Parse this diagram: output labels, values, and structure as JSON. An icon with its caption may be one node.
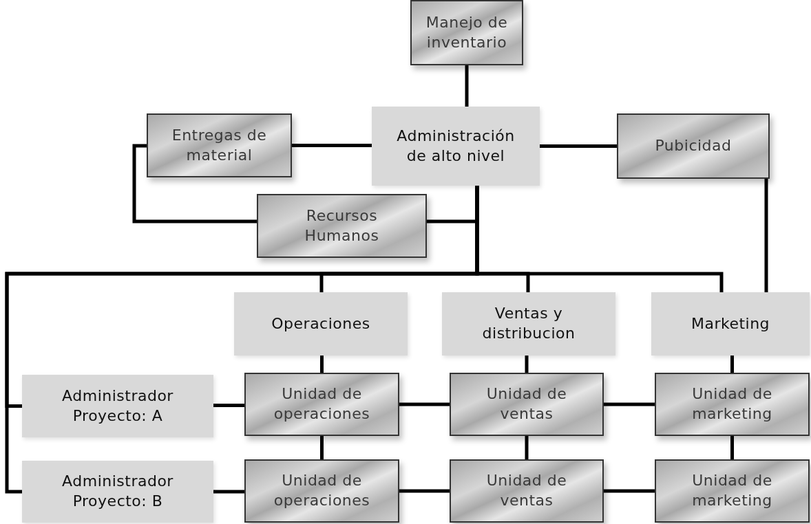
{
  "diagram": {
    "nodes": [
      {
        "text": [
          "Manejo de inventario"
        ]
      },
      {
        "text": [
          "Entregas de material"
        ]
      },
      {
        "text": [
          "Administración de alto nivel"
        ]
      },
      {
        "text": [
          "Pubicidad"
        ]
      },
      {
        "text": [
          "Recursos Humanos"
        ]
      },
      {
        "text": [
          "Operaciones"
        ]
      },
      {
        "text": [
          "Ventas y distribucion"
        ]
      },
      {
        "text": [
          "Marketing"
        ]
      },
      {
        "text": [
          "Administrador Proyecto: A"
        ]
      },
      {
        "text": [
          "Unidad de operaciones"
        ]
      },
      {
        "text": [
          "Unidad de ventas"
        ]
      },
      {
        "text": [
          "Unidad de marketing"
        ]
      },
      {
        "text": [
          "Administrador Proyecto: B"
        ]
      },
      {
        "text": [
          "Unidad de operaciones"
        ]
      },
      {
        "text": [
          "Unidad de ventas"
        ]
      },
      {
        "text": [
          "Unidad de marketing"
        ]
      }
    ],
    "edges": [
      {
        "from": 0,
        "to": 2,
        "arrow": "none"
      },
      {
        "from": 1,
        "to": 2,
        "arrow": "none"
      },
      {
        "from": 2,
        "to": 3,
        "arrow": "none"
      },
      {
        "from": 1,
        "to": 4,
        "arrow": "none"
      },
      {
        "from": 2,
        "to": 4,
        "arrow": "none"
      },
      {
        "from": 2,
        "to": 5,
        "arrow": "none"
      },
      {
        "from": 2,
        "to": 6,
        "arrow": "none"
      },
      {
        "from": 2,
        "to": 7,
        "arrow": "none"
      },
      {
        "from": 2,
        "to": 8,
        "arrow": "none"
      },
      {
        "from": 2,
        "to": 12,
        "arrow": "none"
      },
      {
        "from": 3,
        "to": 7,
        "arrow": "none"
      },
      {
        "from": 5,
        "to": 9,
        "arrow": "none"
      },
      {
        "from": 6,
        "to": 10,
        "arrow": "none"
      },
      {
        "from": 7,
        "to": 11,
        "arrow": "none"
      },
      {
        "from": 9,
        "to": 13,
        "arrow": "none"
      },
      {
        "from": 10,
        "to": 14,
        "arrow": "none"
      },
      {
        "from": 11,
        "to": 15,
        "arrow": "none"
      },
      {
        "from": 8,
        "to": 9,
        "arrow": "none"
      },
      {
        "from": 9,
        "to": 10,
        "arrow": "none"
      },
      {
        "from": 10,
        "to": 11,
        "arrow": "none"
      },
      {
        "from": 12,
        "to": 13,
        "arrow": "none"
      },
      {
        "from": 13,
        "to": 14,
        "arrow": "none"
      },
      {
        "from": 14,
        "to": 15,
        "arrow": "none"
      }
    ]
  }
}
